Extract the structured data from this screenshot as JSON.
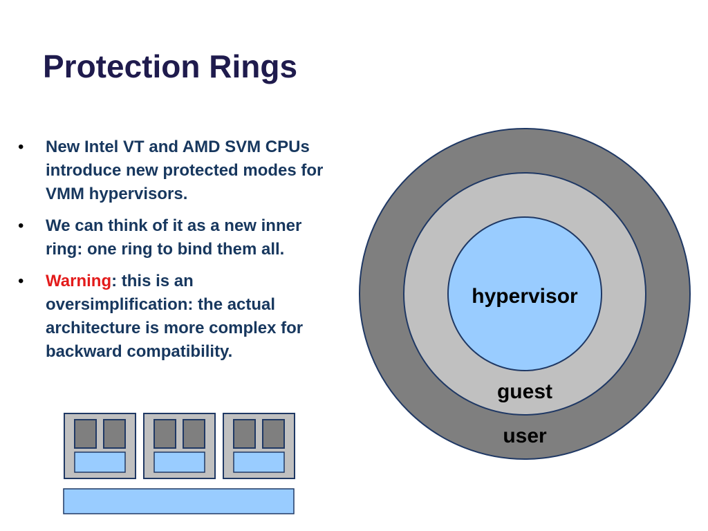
{
  "slide": {
    "title": "Protection Rings",
    "bullets": [
      {
        "text": "New Intel VT and AMD SVM CPUs introduce new protected modes for VMM hypervisors."
      },
      {
        "text": "We can think of it as a new inner ring: one ring to bind them all."
      },
      {
        "warning_label": "Warning",
        "text": ": this is an oversimplification: the actual architecture is more complex for backward compatibility."
      }
    ],
    "bullet_marker": "•"
  },
  "rings": {
    "labels": {
      "inner": "hypervisor",
      "middle": "guest",
      "outer": "user"
    },
    "colors": {
      "outer": "#7f7f7f",
      "middle": "#c0c0c0",
      "inner": "#99ccff",
      "stroke": "#1f3864"
    }
  },
  "vm_diagram": {
    "vm_count": 3,
    "colors": {
      "vm_frame": "#c0c0c0",
      "app_box": "#7f7f7f",
      "os_box": "#99ccff",
      "hypervisor_bar": "#99ccff",
      "stroke": "#1f3864"
    }
  }
}
